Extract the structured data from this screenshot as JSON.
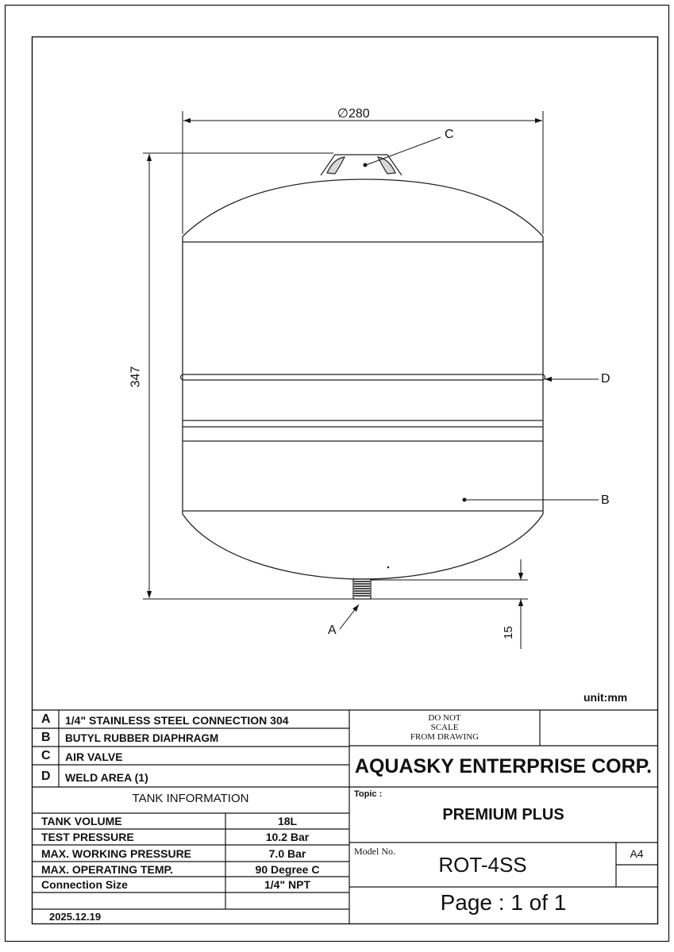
{
  "drawing": {
    "diameter_symbol": "∅",
    "diameter": "280",
    "height": "347",
    "connection_height": "15",
    "unit": "unit:mm",
    "callouts": [
      "A",
      "B",
      "C",
      "D"
    ]
  },
  "legend": [
    {
      "key": "A",
      "text": "1/4\" STAINLESS  STEEL  CONNECTION  304"
    },
    {
      "key": "B",
      "text": "BUTYL RUBBER DIAPHRAGM"
    },
    {
      "key": "C",
      "text": "AIR  VALVE"
    },
    {
      "key": "D",
      "text": "WELD   AREA  (1)"
    }
  ],
  "tank_info": {
    "title": "TANK  INFORMATION",
    "rows": [
      {
        "label": "TANK  VOLUME",
        "value": "18L"
      },
      {
        "label": "TEST  PRESSURE",
        "value": "10.2 Bar"
      },
      {
        "label": "MAX.  WORKING  PRESSURE",
        "value": "7.0 Bar"
      },
      {
        "label": "MAX.  OPERATING  TEMP.",
        "value": "90 Degree C"
      },
      {
        "label": "Connection  Size",
        "value": "1/4\" NPT"
      }
    ],
    "date": "2025.12.19"
  },
  "title_block": {
    "scale_note": [
      "DO NOT",
      "SCALE",
      "FROM  DRAWING"
    ],
    "company": "AQUASKY ENTERPRISE CORP.",
    "topic_label": "Topic :",
    "topic": "PREMIUM PLUS",
    "model_label": "Model  No.",
    "model": "ROT-4SS",
    "paper_size": "A4",
    "page": "Page : 1 of 1"
  }
}
